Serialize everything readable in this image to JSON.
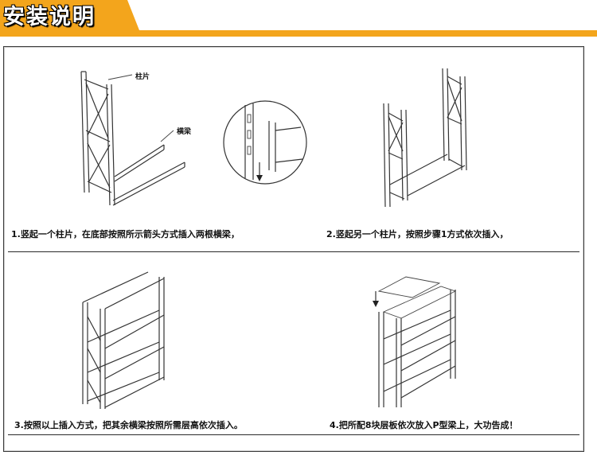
{
  "header": {
    "title": "安装说明",
    "accent_color": "#f3a51c"
  },
  "steps": [
    {
      "caption": "1.竖起一个柱片，在底部按照所示箭头方式插入两根横梁，",
      "labels": {
        "upright": "柱片",
        "beam": "横梁"
      }
    },
    {
      "caption": "2.竖起另一个柱片，按照步骤1方式依次插入，"
    },
    {
      "caption": "3.按照以上插入方式，把其余横梁按照所需层高依次插入。"
    },
    {
      "caption": "4.把所配8块层板依次放入P型梁上，大功告成！"
    }
  ],
  "icons": {
    "down_arrow": "down-arrow-icon"
  }
}
